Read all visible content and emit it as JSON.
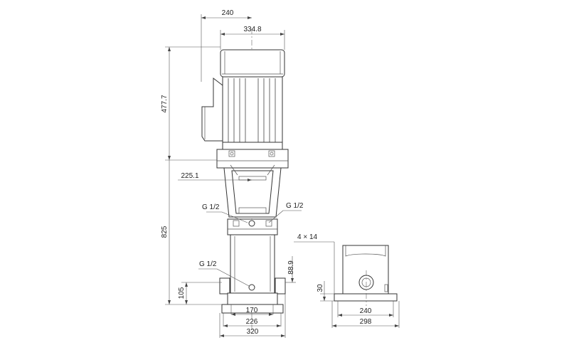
{
  "dimensions": {
    "top_width_240": "240",
    "motor_width": "334.8",
    "motor_height": "477.7",
    "offset_225": "225.1",
    "pump_height": "825",
    "inlet_height": "88.9",
    "base_height": "105",
    "bolt_spacing": "170",
    "base_inner": "226",
    "base_total": "320",
    "holes": "4 × 14",
    "foot_thickness": "30",
    "side_inner": "240",
    "side_total": "298"
  },
  "ports": {
    "vent_left": "G 1/2",
    "vent_right": "G 1/2",
    "drain": "G 1/2"
  }
}
